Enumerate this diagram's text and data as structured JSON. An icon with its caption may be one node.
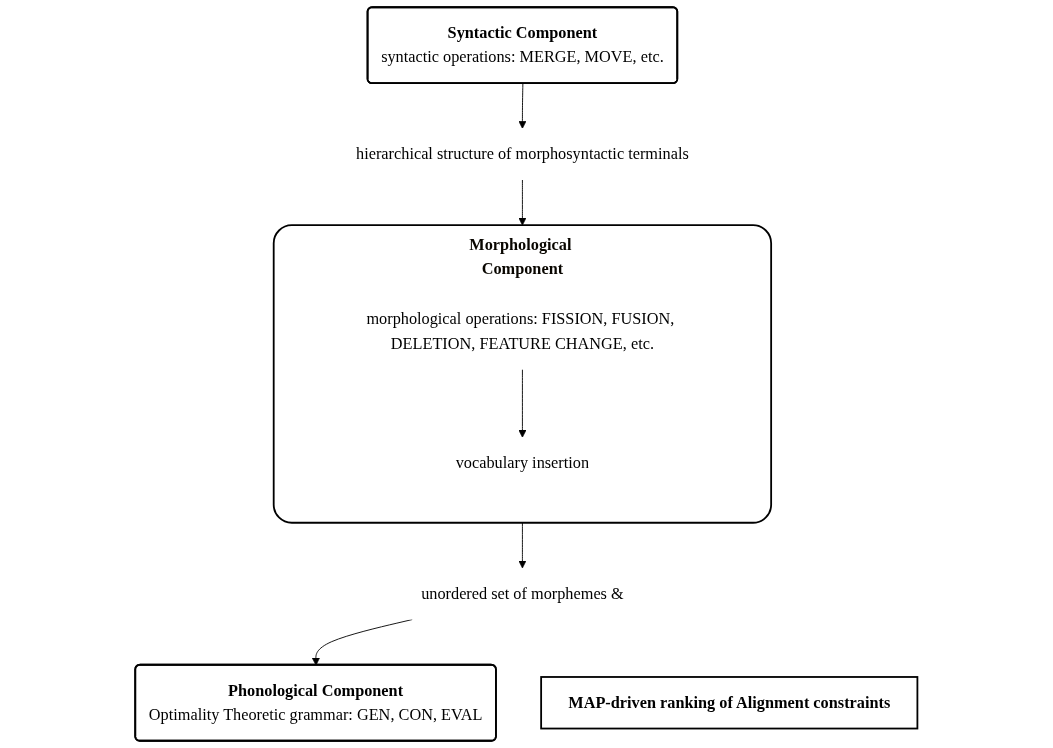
{
  "diagram": {
    "nodes": [
      {
        "text": [
          "Syntactic Component",
          "syntactic operations: MERGE, MOVE, etc."
        ]
      },
      {
        "text": [
          "hierarchical structure of morphosyntactic terminals"
        ]
      },
      {
        "text": [
          "Morphological Component"
        ]
      },
      {
        "text": [
          "morphological operations: FISSION, FUSION, DELETION, FEATURE CHANGE, etc."
        ],
        "in": 2
      },
      {
        "text": [
          "vocabulary insertion"
        ],
        "in": 2
      },
      {
        "text": [
          "unordered set of morphemes &"
        ]
      },
      {
        "text": [
          "MAP-driven ranking of Alignment constraints"
        ]
      },
      {
        "text": [
          "Phonological Component",
          "Optimality Theoretic grammar: GEN, CON, EVAL"
        ]
      }
    ],
    "edges": [
      {
        "from": 0,
        "to": 1,
        "arrow": "to"
      },
      {
        "from": 1,
        "to": 2,
        "arrow": "to"
      },
      {
        "from": 3,
        "to": 4,
        "arrow": "to"
      },
      {
        "from": 2,
        "to": 5,
        "arrow": "to"
      },
      {
        "from": 5,
        "to": 7,
        "arrow": "to"
      }
    ]
  }
}
